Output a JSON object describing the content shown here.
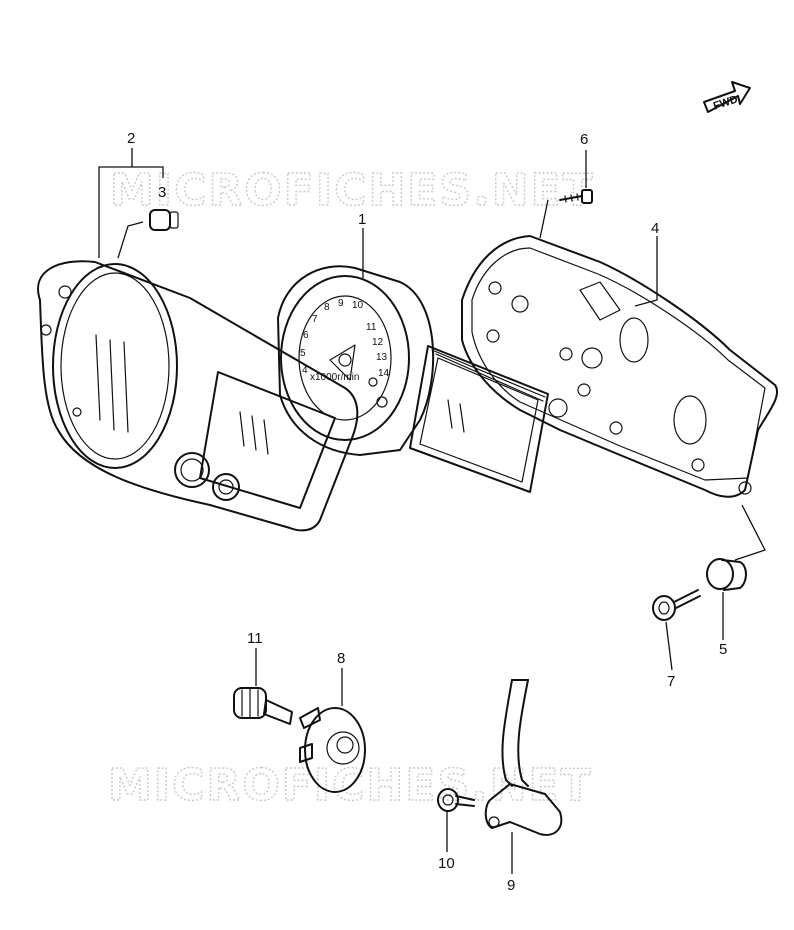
{
  "watermark": "MICROFICHES.NET",
  "fwd_label": "FWD",
  "callouts": [
    {
      "id": "1",
      "label": "1"
    },
    {
      "id": "2",
      "label": "2"
    },
    {
      "id": "3",
      "label": "3"
    },
    {
      "id": "4",
      "label": "4"
    },
    {
      "id": "5",
      "label": "5"
    },
    {
      "id": "6",
      "label": "6"
    },
    {
      "id": "7",
      "label": "7"
    },
    {
      "id": "8",
      "label": "8"
    },
    {
      "id": "9",
      "label": "9"
    },
    {
      "id": "10",
      "label": "10"
    },
    {
      "id": "11",
      "label": "11"
    }
  ],
  "tachometer": {
    "scale_numbers": [
      "4",
      "5",
      "6",
      "7",
      "8",
      "9",
      "10",
      "11",
      "12",
      "13",
      "14"
    ],
    "unit": "x1000r/min"
  }
}
